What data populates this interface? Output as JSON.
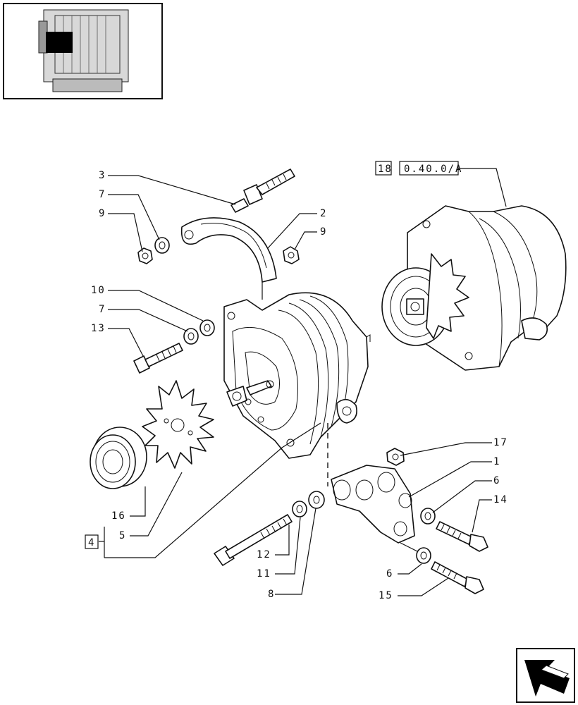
{
  "reference_box": {
    "number": "18",
    "code": "0.40.0/A"
  },
  "group_box": {
    "number": "4"
  },
  "callouts": {
    "c3": "3",
    "c7a": "7",
    "c9a": "9",
    "c2": "2",
    "c9b": "9",
    "c10": "10",
    "c7b": "7",
    "c13": "13",
    "c16": "16",
    "c5": "5",
    "c17": "17",
    "c1": "1",
    "c6a": "6",
    "c14": "14",
    "c12": "12",
    "c11": "11",
    "c8": "8",
    "c6b": "6",
    "c15": "15"
  },
  "icons": {
    "thumbnail": "engine-thumbnail-icon",
    "nav": "next-page-arrow-icon"
  }
}
